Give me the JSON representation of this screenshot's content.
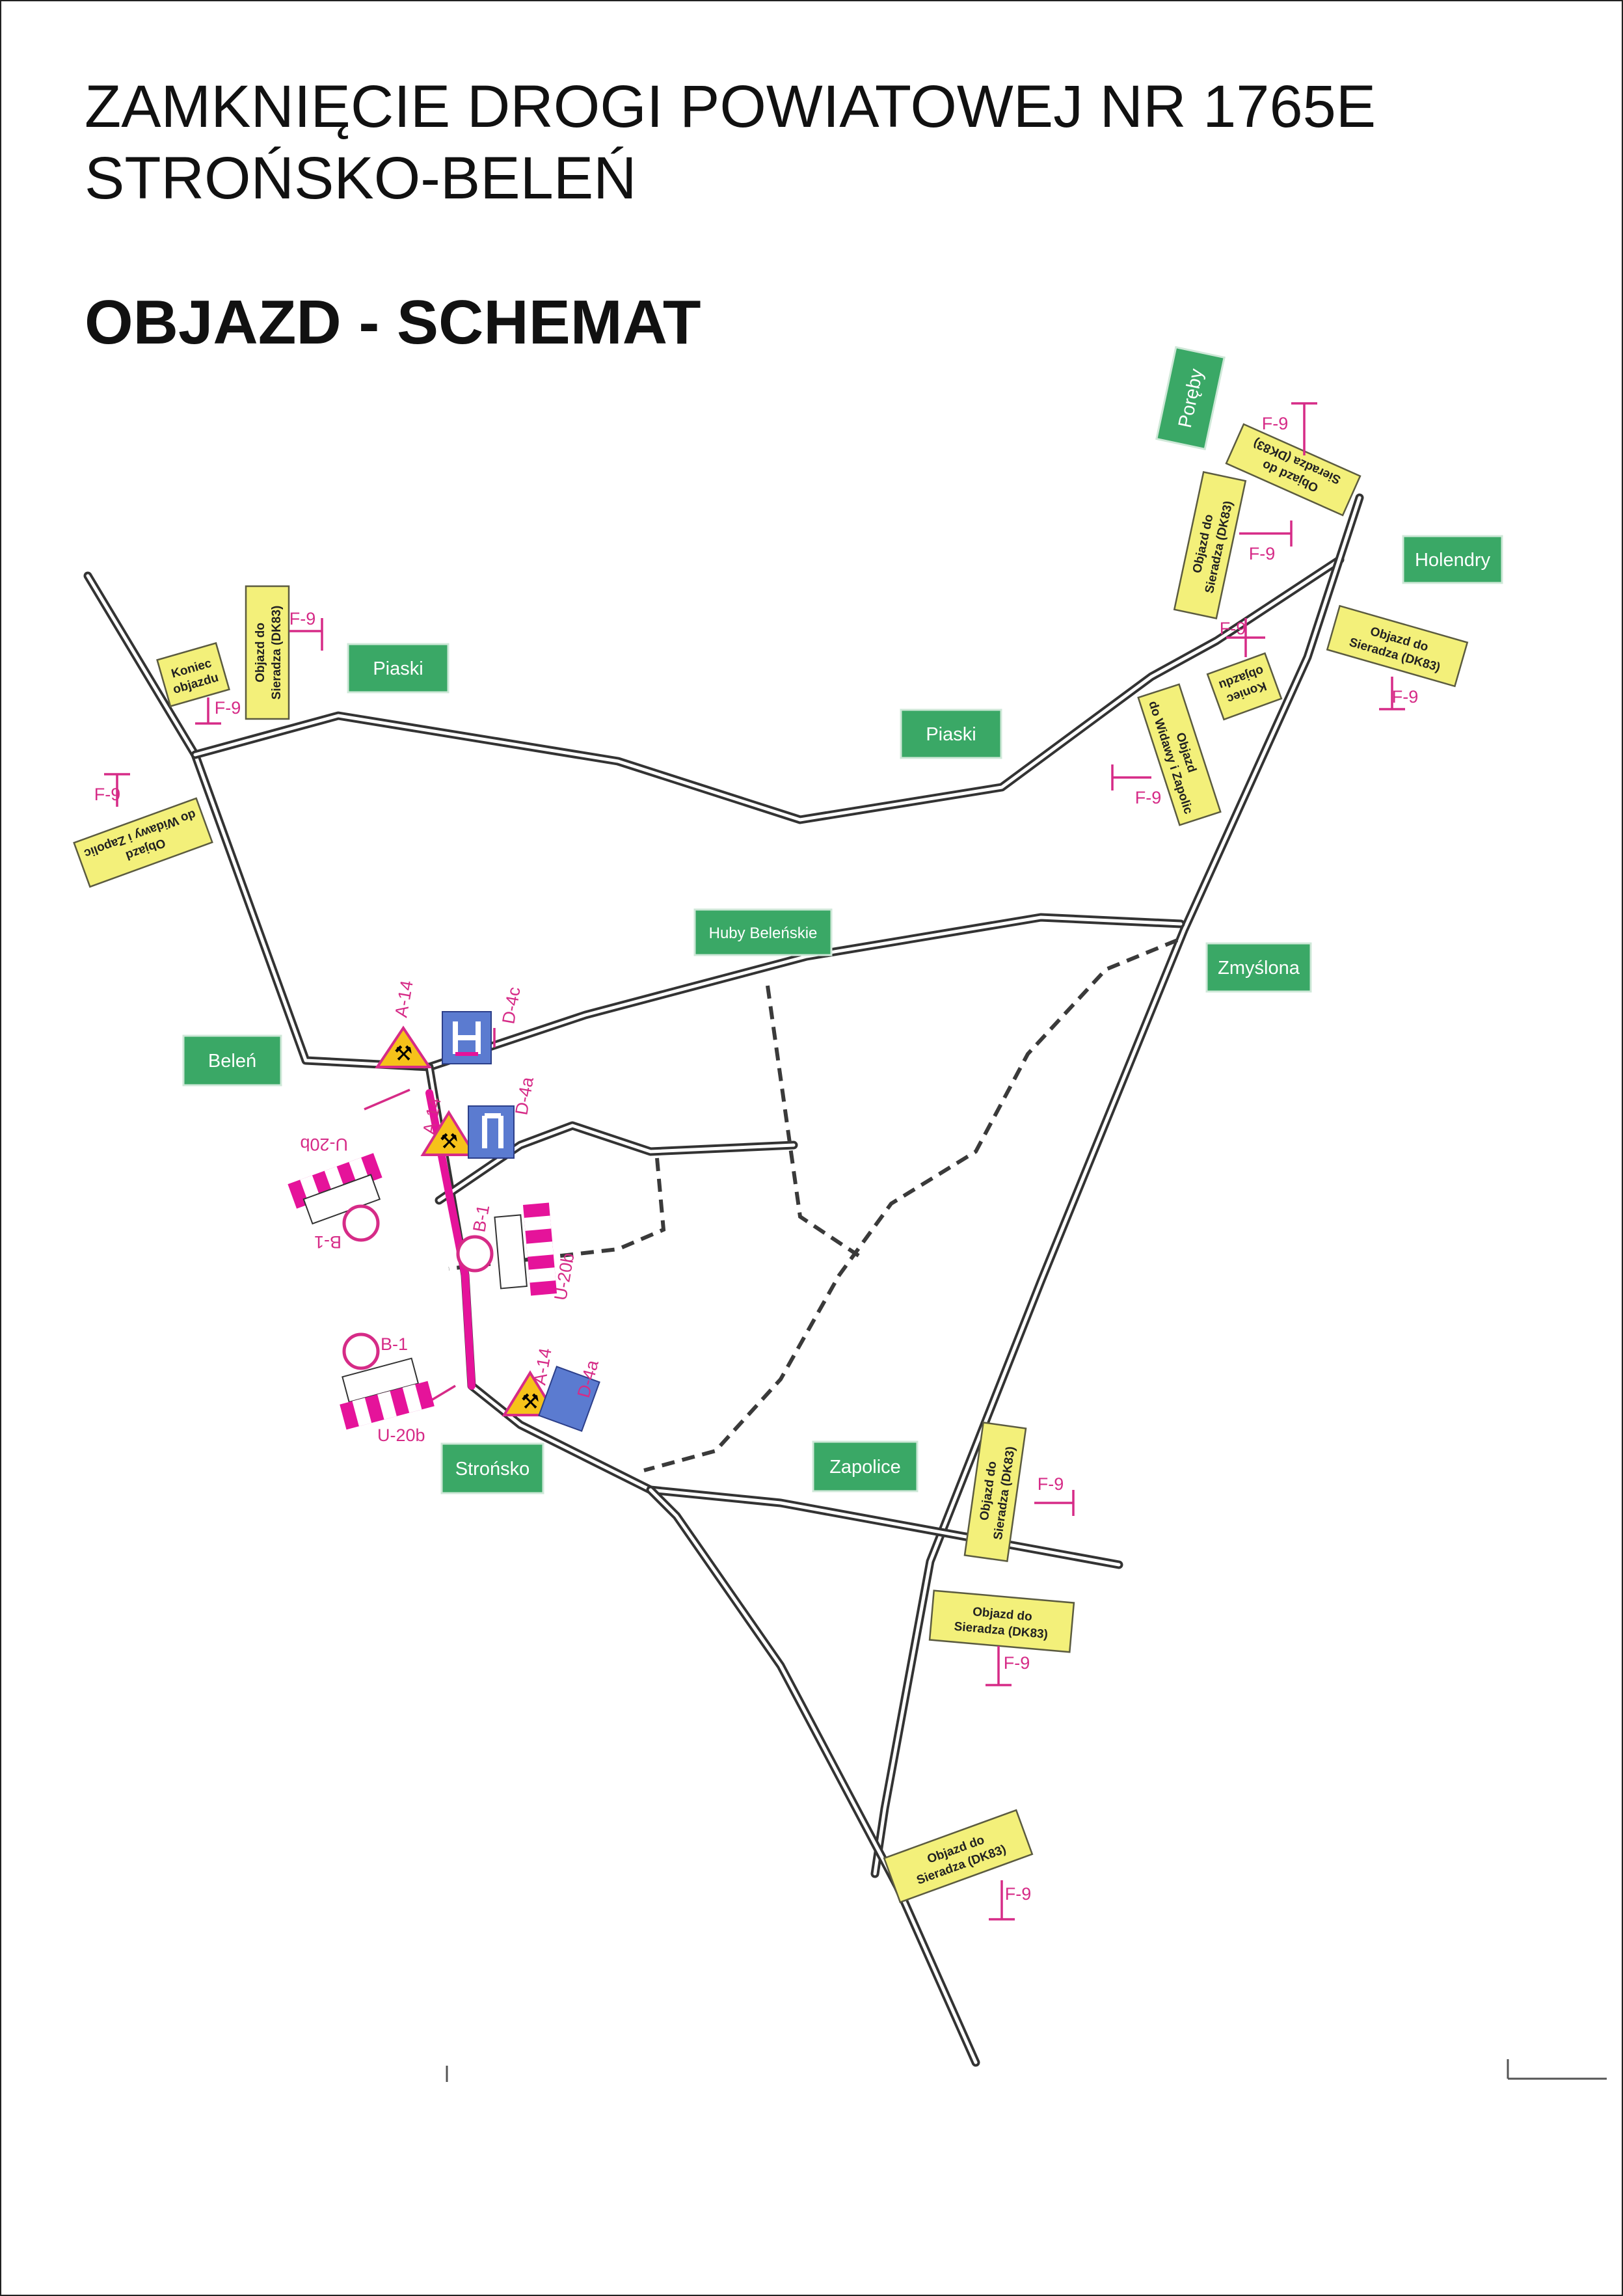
{
  "title": {
    "line1": "ZAMKNIĘCIE DROGI POWIATOWEJ NR 1765E",
    "line2": "STROŃSKO-BELEŃ",
    "subtitle": "OBJAZD - SCHEMAT"
  },
  "places": {
    "poreby": "Poręby",
    "holendry": "Holendry",
    "piaski_west": "Piaski",
    "piaski_east": "Piaski",
    "huby_belenskie": "Huby Beleńskie",
    "zmyslona": "Zmyślona",
    "belen": "Beleń",
    "stronsko": "Strońsko",
    "zapolice": "Zapolice"
  },
  "detour_signs": {
    "sieradz_line1": "Objazd do",
    "sieradz_line2": "Sieradza (DK83)",
    "widawa_line1": "Objazd",
    "widawa_line2": "do Widawy i Zapolic",
    "koniec_line1": "Koniec",
    "koniec_line2": "objazdu"
  },
  "sign_codes": {
    "f9": "F-9",
    "a14": "A-14",
    "d4a": "D-4a",
    "d4c": "D-4c",
    "b1": "B-1",
    "u20b": "U-20b"
  },
  "colors": {
    "closed_road": "#e5139a",
    "place_label": "#3aa866",
    "detour_sign": "#f3f07a",
    "sign_code": "#d62b87"
  }
}
